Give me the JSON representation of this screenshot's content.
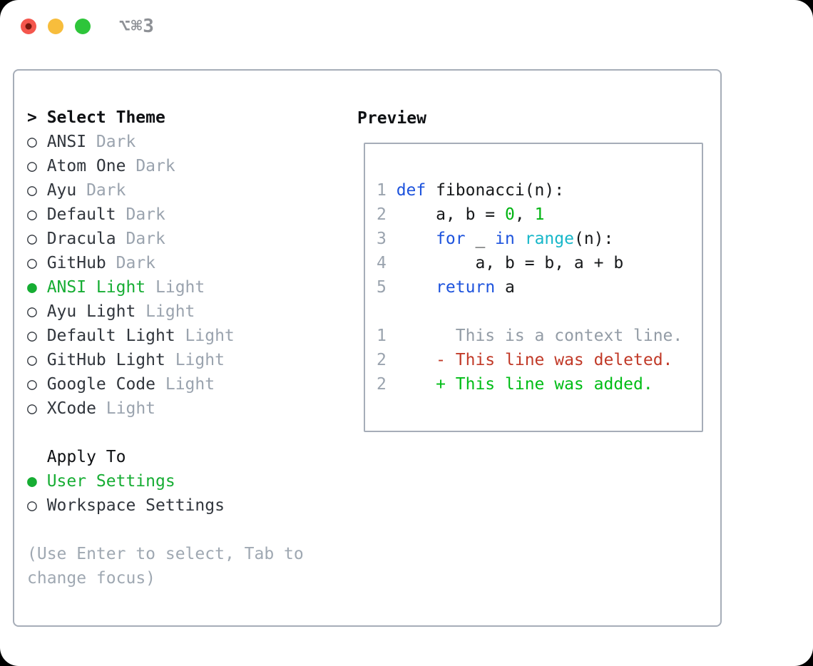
{
  "titlebar": {
    "shortcut": "⌥⌘3"
  },
  "icons": {
    "radio_selected": "●",
    "radio_unselected": "○"
  },
  "colors": {
    "accent_green": "#16ad33",
    "keyword_blue": "#1d53dd",
    "function_cyan": "#17b7c9",
    "number_green": "#00b412",
    "diff_red": "#c13a28",
    "diff_green": "#00bd16",
    "muted_gray": "#9aa3ae",
    "context_gray": "#939ca6",
    "help_gray": "#9fa8b2",
    "text_dark": "#31363d",
    "heading_black": "#0f1114",
    "code_text": "#16181a",
    "border_gray": "#a6adb8",
    "shortcut_gray": "#8e9196",
    "traffic_red": "#f4564d",
    "traffic_red_dot": "#77170e",
    "traffic_yellow": "#f7bd3c",
    "traffic_green": "#2ec53a"
  },
  "theme_list": {
    "prompt": ">",
    "title": "Select Theme",
    "items": [
      {
        "name": "ANSI",
        "variant": "Dark",
        "selected": false
      },
      {
        "name": "Atom One",
        "variant": "Dark",
        "selected": false
      },
      {
        "name": "Ayu",
        "variant": "Dark",
        "selected": false
      },
      {
        "name": "Default",
        "variant": "Dark",
        "selected": false
      },
      {
        "name": "Dracula",
        "variant": "Dark",
        "selected": false
      },
      {
        "name": "GitHub",
        "variant": "Dark",
        "selected": false
      },
      {
        "name": "ANSI Light",
        "variant": "Light",
        "selected": true
      },
      {
        "name": "Ayu Light",
        "variant": "Light",
        "selected": false
      },
      {
        "name": "Default Light",
        "variant": "Light",
        "selected": false
      },
      {
        "name": "GitHub Light",
        "variant": "Light",
        "selected": false
      },
      {
        "name": "Google Code",
        "variant": "Light",
        "selected": false
      },
      {
        "name": "XCode",
        "variant": "Light",
        "selected": false
      }
    ]
  },
  "apply_to": {
    "title": "Apply To",
    "options": [
      {
        "name": "User Settings",
        "selected": true
      },
      {
        "name": "Workspace Settings",
        "selected": false
      }
    ]
  },
  "help": {
    "line1": "(Use Enter to select, Tab to",
    "line2": "change focus)"
  },
  "preview": {
    "label": "Preview",
    "lines": [
      {
        "num": "1",
        "tokens": [
          [
            "def",
            "kw"
          ],
          [
            " fibonacci(n):",
            "plain"
          ]
        ]
      },
      {
        "num": "2",
        "tokens": [
          [
            "    a, b = ",
            "plain"
          ],
          [
            "0",
            "num"
          ],
          [
            ", ",
            "plain"
          ],
          [
            "1",
            "num"
          ]
        ]
      },
      {
        "num": "3",
        "tokens": [
          [
            "    ",
            "plain"
          ],
          [
            "for",
            "kw"
          ],
          [
            " _ ",
            "plain"
          ],
          [
            "in",
            "kw"
          ],
          [
            " ",
            "plain"
          ],
          [
            "range",
            "fn"
          ],
          [
            "(n):",
            "plain"
          ]
        ]
      },
      {
        "num": "4",
        "tokens": [
          [
            "        a, b = b, a + b",
            "plain"
          ]
        ]
      },
      {
        "num": "5",
        "tokens": [
          [
            "    ",
            "plain"
          ],
          [
            "return",
            "kw"
          ],
          [
            " a",
            "plain"
          ]
        ]
      },
      {
        "num": "",
        "tokens": []
      },
      {
        "num": "1",
        "tokens": [
          [
            "      This is a context line.",
            "ctx"
          ]
        ]
      },
      {
        "num": "2",
        "tokens": [
          [
            "    - This line was deleted.",
            "del"
          ]
        ]
      },
      {
        "num": "2",
        "tokens": [
          [
            "    + This line was added.",
            "add"
          ]
        ]
      }
    ]
  }
}
